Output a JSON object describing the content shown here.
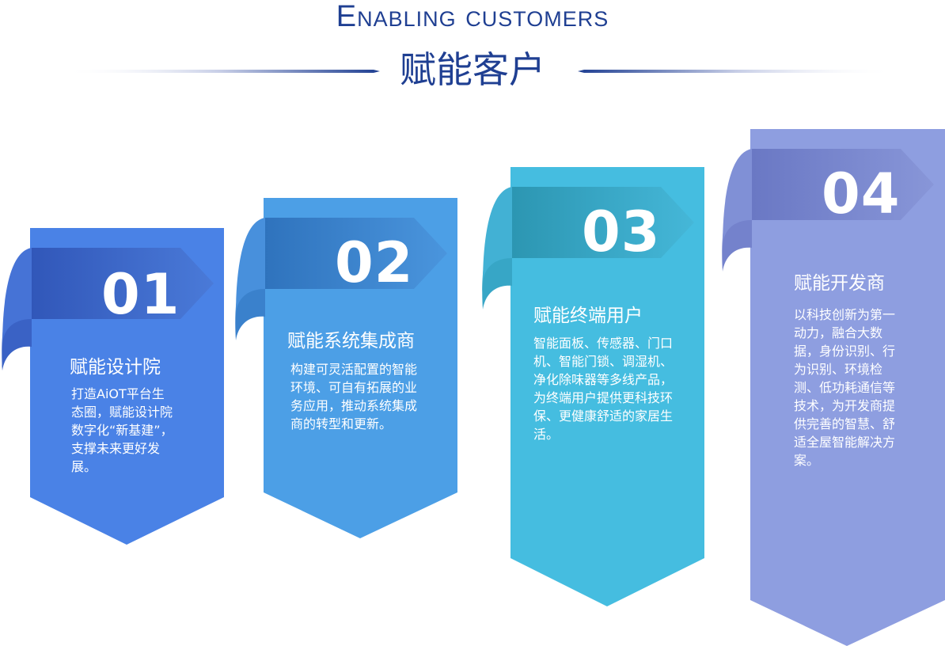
{
  "header": {
    "title_en": "Enabling customers",
    "title_cn": "赋能客户"
  },
  "colors": {
    "title": "#1f3f92",
    "card1": "#4a82e6",
    "card2": "#4c9fe6",
    "card3": "#45bde0",
    "card4": "#8e9ee0"
  },
  "cards": [
    {
      "number": "01",
      "title": "赋能设计院",
      "desc": "打造AiOT平台生态圈，赋能设计院数字化“新基建”，支撑未来更好发展。"
    },
    {
      "number": "02",
      "title": "赋能系统集成商",
      "desc": "构建可灵活配置的智能环境、可自有拓展的业务应用，推动系统集成商的转型和更新。"
    },
    {
      "number": "03",
      "title": "赋能终端用户",
      "desc": "智能面板、传感器、门口机、智能门锁、调湿机、净化除味器等多线产品，为终端用户提供更科技环保、更健康舒适的家居生活。"
    },
    {
      "number": "04",
      "title": "赋能开发商",
      "desc": "以科技创新为第一动力，融合大数据，身份识别、行为识别、环境检测、低功耗通信等技术，为开发商提供完善的智慧、舒适全屋智能解决方案。"
    }
  ]
}
